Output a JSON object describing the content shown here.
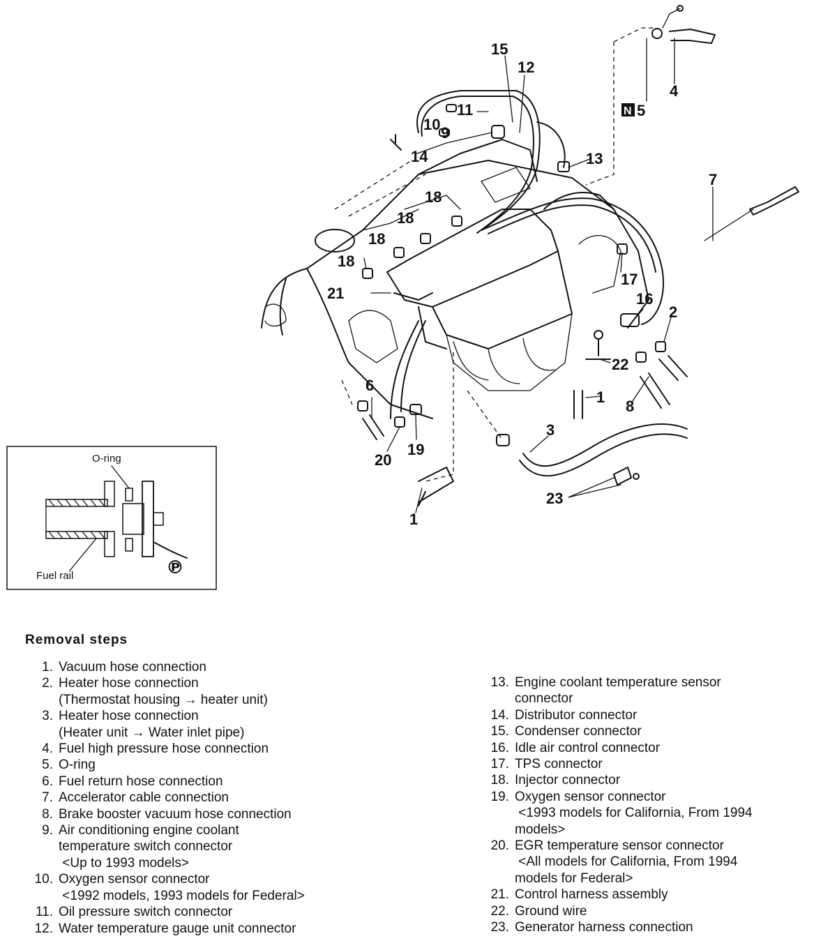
{
  "callouts": {
    "c1": "1",
    "c1b": "1",
    "c2": "2",
    "c3": "3",
    "c4": "4",
    "c5": "5",
    "c6": "6",
    "c7": "7",
    "c8": "8",
    "c9": "9",
    "c10": "10",
    "c11": "11",
    "c12": "12",
    "c13": "13",
    "c14": "14",
    "c15": "15",
    "c16": "16",
    "c17": "17",
    "c18a": "18",
    "c18b": "18",
    "c18c": "18",
    "c18d": "18",
    "c19": "19",
    "c20": "20",
    "c21": "21",
    "c22": "22",
    "c23": "23",
    "n_mark": "N"
  },
  "inset": {
    "oring_label": "O-ring",
    "fuel_rail_label": "Fuel rail",
    "symbol": "℗"
  },
  "removal": {
    "title": "Removal steps",
    "steps": [
      {
        "num": "1.",
        "lines": [
          "Vacuum hose connection"
        ]
      },
      {
        "num": "2.",
        "lines": [
          "Heater hose connection",
          "(Thermostat housing → heater unit)"
        ]
      },
      {
        "num": "3.",
        "lines": [
          "Heater hose connection",
          "(Heater unit → Water inlet pipe)"
        ]
      },
      {
        "num": "4.",
        "lines": [
          "Fuel high pressure hose connection"
        ]
      },
      {
        "num": "5.",
        "lines": [
          "O-ring"
        ]
      },
      {
        "num": "6.",
        "lines": [
          "Fuel return hose connection"
        ]
      },
      {
        "num": "7.",
        "lines": [
          "Accelerator cable connection"
        ]
      },
      {
        "num": "8.",
        "lines": [
          "Brake booster vacuum hose connection"
        ]
      },
      {
        "num": "9.",
        "lines": [
          "Air conditioning engine coolant",
          "temperature switch connector",
          " <Up to 1993 models>"
        ]
      },
      {
        "num": "10.",
        "lines": [
          "Oxygen sensor connector",
          " <1992 models, 1993 models for Federal>"
        ]
      },
      {
        "num": "11.",
        "lines": [
          "Oil pressure switch connector"
        ]
      },
      {
        "num": "12.",
        "lines": [
          "Water temperature gauge unit connector"
        ]
      },
      {
        "num": "13.",
        "lines": [
          "Engine coolant temperature sensor",
          "connector"
        ]
      },
      {
        "num": "14.",
        "lines": [
          "Distributor connector"
        ]
      },
      {
        "num": "15.",
        "lines": [
          "Condenser connector"
        ]
      },
      {
        "num": "16.",
        "lines": [
          "Idle air control connector"
        ]
      },
      {
        "num": "17.",
        "lines": [
          "TPS connector"
        ]
      },
      {
        "num": "18.",
        "lines": [
          "Injector connector"
        ]
      },
      {
        "num": "19.",
        "lines": [
          "Oxygen sensor connector",
          " <1993 models for California, From 1994",
          "models>"
        ]
      },
      {
        "num": "20.",
        "lines": [
          "EGR temperature sensor connector",
          " <All models for California, From 1994",
          "models for Federal>"
        ]
      },
      {
        "num": "21.",
        "lines": [
          "Control harness assembly"
        ]
      },
      {
        "num": "22.",
        "lines": [
          "Ground wire"
        ]
      },
      {
        "num": "23.",
        "lines": [
          "Generator harness connection"
        ]
      }
    ]
  }
}
